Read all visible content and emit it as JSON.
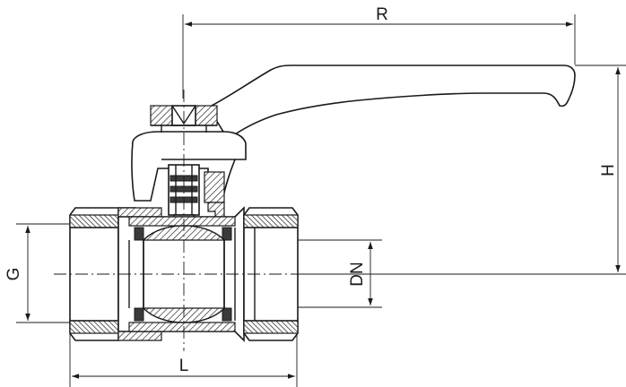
{
  "diagram": {
    "dimensions": {
      "r": "R",
      "h": "H",
      "g": "G",
      "dn": "DN",
      "l": "L"
    }
  }
}
